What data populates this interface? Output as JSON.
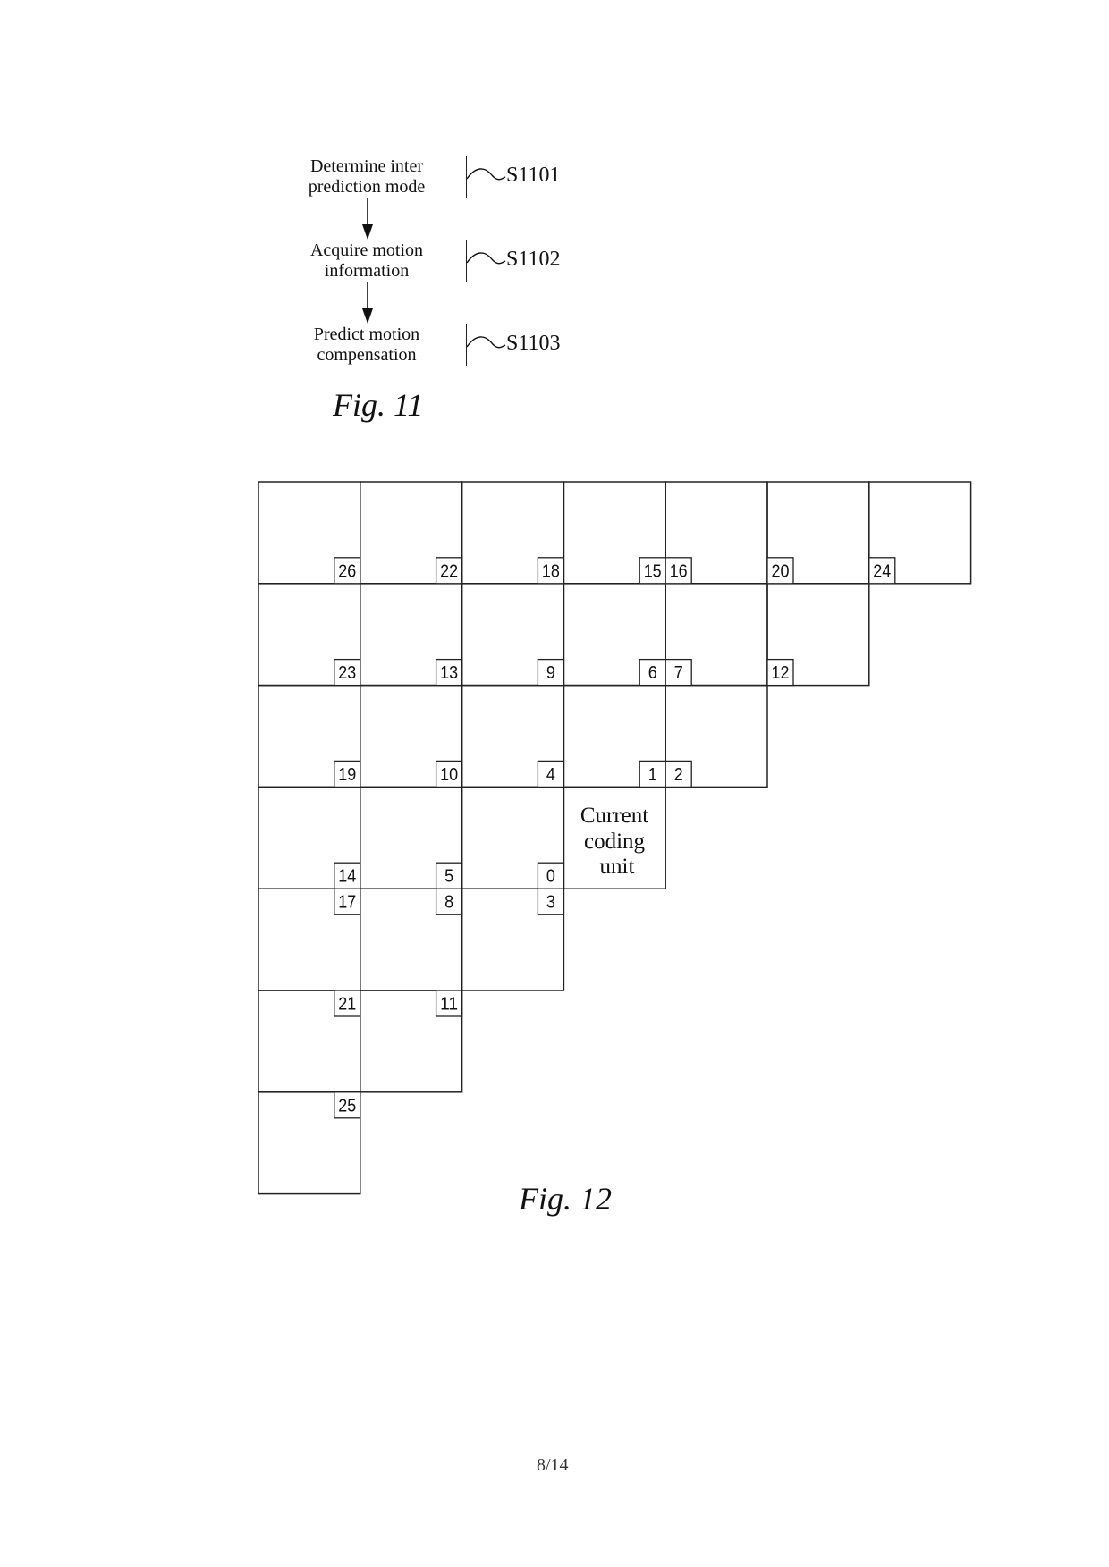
{
  "fig11": {
    "caption": "Fig. 11",
    "steps": [
      {
        "line1": "Determine inter",
        "line2": "prediction mode",
        "id": "S1101"
      },
      {
        "line1": "Acquire motion",
        "line2": "information",
        "id": "S1102"
      },
      {
        "line1": "Predict motion",
        "line2": "compensation",
        "id": "S1103"
      }
    ]
  },
  "fig12": {
    "caption": "Fig. 12",
    "current_unit": {
      "line1": "Current",
      "line2": "coding",
      "line3": "unit"
    },
    "rows": [
      {
        "cells": 7
      },
      {
        "cells": 6
      },
      {
        "cells": 5
      },
      {
        "cells": 3,
        "current_unit_col": 3
      },
      {
        "cells": 3
      },
      {
        "cells": 2
      },
      {
        "cells": 1
      }
    ],
    "labels": [
      {
        "text": "26",
        "row": 0,
        "col": 0,
        "corner": "br"
      },
      {
        "text": "22",
        "row": 0,
        "col": 1,
        "corner": "br"
      },
      {
        "text": "18",
        "row": 0,
        "col": 2,
        "corner": "br"
      },
      {
        "text": "15",
        "row": 0,
        "col": 3,
        "corner": "br"
      },
      {
        "text": "16",
        "row": 0,
        "col": 4,
        "corner": "bl"
      },
      {
        "text": "20",
        "row": 0,
        "col": 5,
        "corner": "bl"
      },
      {
        "text": "24",
        "row": 0,
        "col": 6,
        "corner": "bl"
      },
      {
        "text": "23",
        "row": 1,
        "col": 0,
        "corner": "br"
      },
      {
        "text": "13",
        "row": 1,
        "col": 1,
        "corner": "br"
      },
      {
        "text": "9",
        "row": 1,
        "col": 2,
        "corner": "br"
      },
      {
        "text": "6",
        "row": 1,
        "col": 3,
        "corner": "br"
      },
      {
        "text": "7",
        "row": 1,
        "col": 4,
        "corner": "bl"
      },
      {
        "text": "12",
        "row": 1,
        "col": 5,
        "corner": "bl"
      },
      {
        "text": "19",
        "row": 2,
        "col": 0,
        "corner": "br"
      },
      {
        "text": "10",
        "row": 2,
        "col": 1,
        "corner": "br"
      },
      {
        "text": "4",
        "row": 2,
        "col": 2,
        "corner": "br"
      },
      {
        "text": "1",
        "row": 2,
        "col": 3,
        "corner": "br"
      },
      {
        "text": "2",
        "row": 2,
        "col": 4,
        "corner": "bl"
      },
      {
        "text": "14",
        "row": 3,
        "col": 0,
        "corner": "br"
      },
      {
        "text": "5",
        "row": 3,
        "col": 1,
        "corner": "br"
      },
      {
        "text": "0",
        "row": 3,
        "col": 2,
        "corner": "br"
      },
      {
        "text": "17",
        "row": 4,
        "col": 0,
        "corner": "tr"
      },
      {
        "text": "8",
        "row": 4,
        "col": 1,
        "corner": "tr"
      },
      {
        "text": "3",
        "row": 4,
        "col": 2,
        "corner": "tr"
      },
      {
        "text": "21",
        "row": 5,
        "col": 0,
        "corner": "tr"
      },
      {
        "text": "11",
        "row": 5,
        "col": 1,
        "corner": "tr"
      },
      {
        "text": "25",
        "row": 6,
        "col": 0,
        "corner": "tr"
      }
    ]
  },
  "page": {
    "number": "8/14"
  }
}
